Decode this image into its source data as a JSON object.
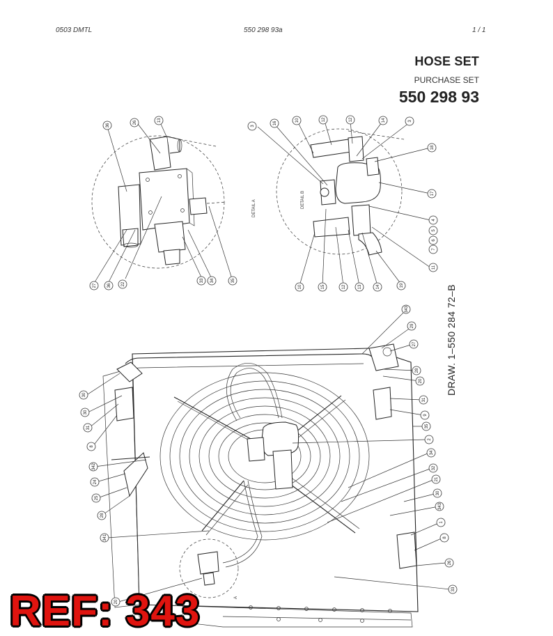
{
  "header": {
    "left": "0503 DMTL",
    "center": "550 298 93a",
    "right": "1 /   1"
  },
  "title": "HOSE SET",
  "subtitle": "PURCHASE SET",
  "part_number": "550 298 93",
  "drawing_number": "DRAW. 1–550 284 72–B",
  "ref_label": "REF: 343",
  "detail_labels": {
    "detail_a": "DETAIL A",
    "detail_b": "DETAIL B",
    "marker_a": "A"
  },
  "callouts": {
    "detail_a": [
      "36",
      "26",
      "13",
      "27",
      "36",
      "22",
      "33",
      "34",
      "35"
    ],
    "detail_b": [
      "3",
      "16",
      "10",
      "12",
      "12",
      "14",
      "3",
      "18",
      "17",
      "4",
      "5",
      "6",
      "7",
      "11",
      "19",
      "14",
      "13",
      "12",
      "15",
      "10"
    ],
    "main": [
      "343",
      "29",
      "27",
      "28",
      "20",
      "31",
      "9",
      "35",
      "2",
      "34",
      "32",
      "21",
      "30",
      "343",
      "1",
      "8",
      "26",
      "33",
      "30",
      "30",
      "31",
      "8",
      "342",
      "24",
      "25",
      "28",
      "341",
      "20"
    ]
  },
  "colors": {
    "ref_fill": "#e0140f",
    "ref_outline": "#000000",
    "line": "#333333"
  }
}
